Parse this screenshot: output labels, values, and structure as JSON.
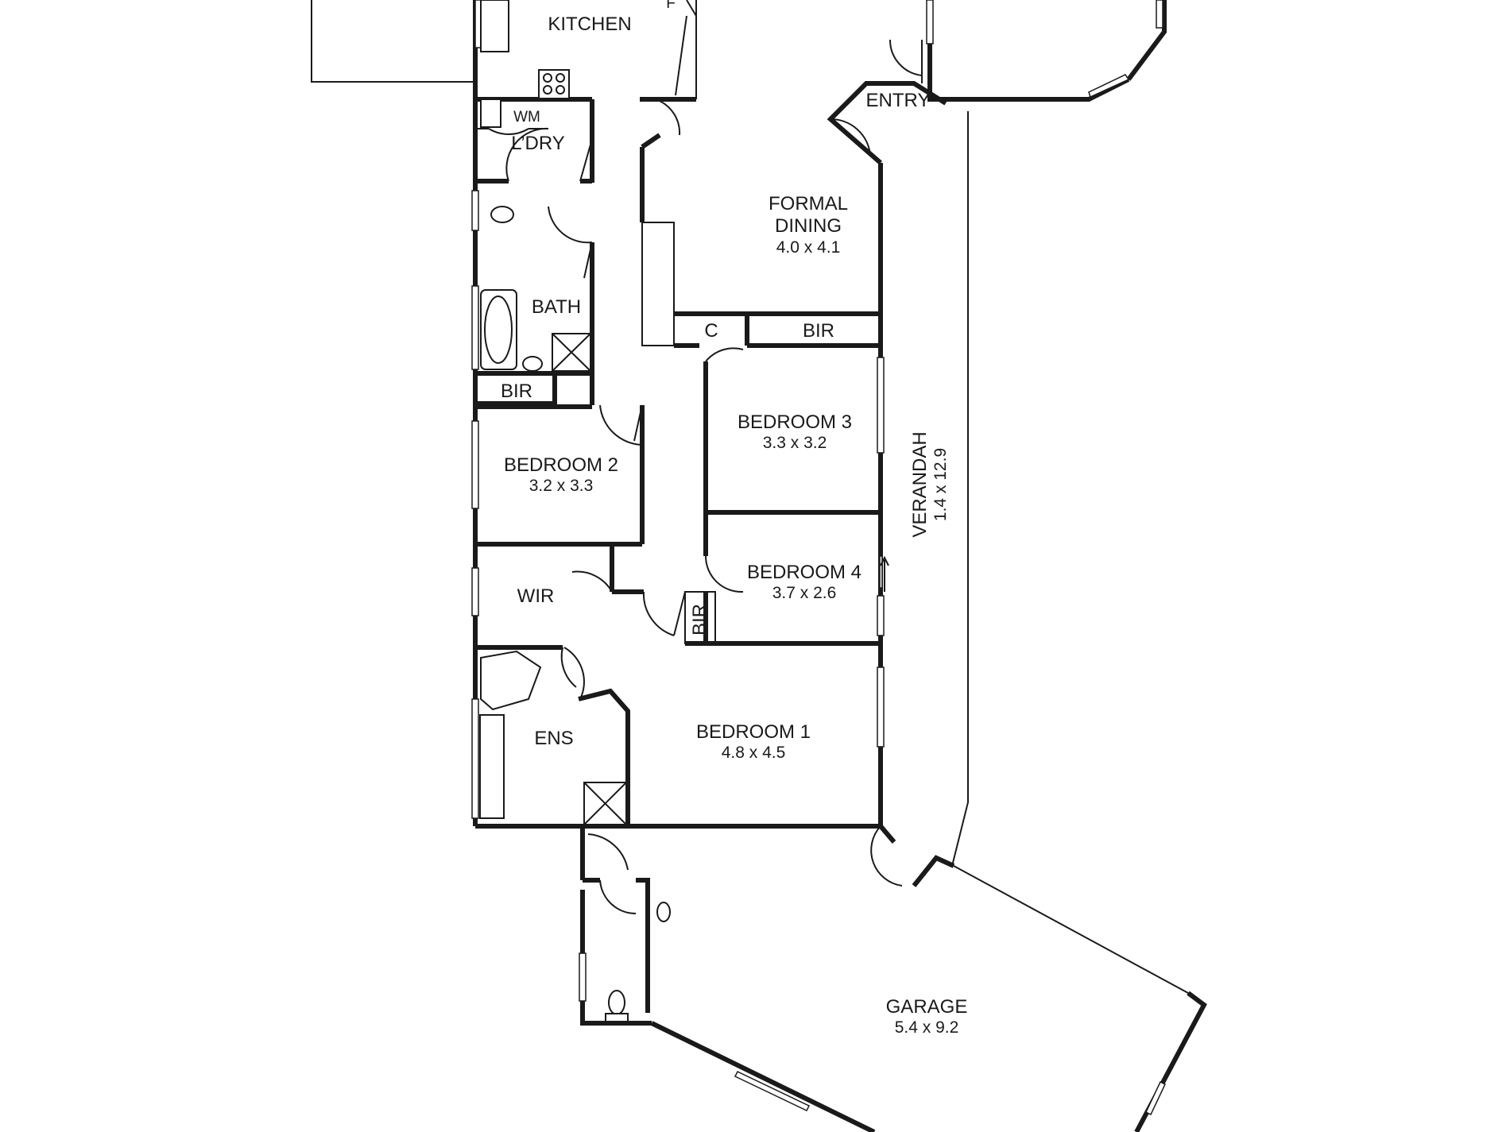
{
  "rooms": {
    "kitchen": {
      "name": "KITCHEN"
    },
    "fridge": {
      "name": "F"
    },
    "wm": {
      "name": "WM"
    },
    "laundry": {
      "name": "L’DRY"
    },
    "entry": {
      "name": "ENTRY"
    },
    "formal_dining": {
      "name_line1": "FORMAL",
      "name_line2": "DINING",
      "size": "4.0 x 4.1"
    },
    "bath": {
      "name": "BATH"
    },
    "cupboard": {
      "name": "C"
    },
    "bir_top": {
      "name": "BIR"
    },
    "bir_bath": {
      "name": "BIR"
    },
    "bedroom3": {
      "name": "BEDROOM 3",
      "size": "3.3 x 3.2"
    },
    "bedroom2": {
      "name": "BEDROOM 2",
      "size": "3.2 x 3.3"
    },
    "verandah": {
      "name": "VERANDAH",
      "size": "1.4 x 12.9"
    },
    "wir": {
      "name": "WIR"
    },
    "bedroom4": {
      "name": "BEDROOM 4",
      "size": "3.7 x 2.6"
    },
    "bir_bed4": {
      "name": "BIR"
    },
    "ensuite": {
      "name": "ENS"
    },
    "bedroom1": {
      "name": "BEDROOM 1",
      "size": "4.8 x 4.5"
    },
    "garage": {
      "name": "GARAGE",
      "size": "5.4 x 9.2"
    }
  }
}
